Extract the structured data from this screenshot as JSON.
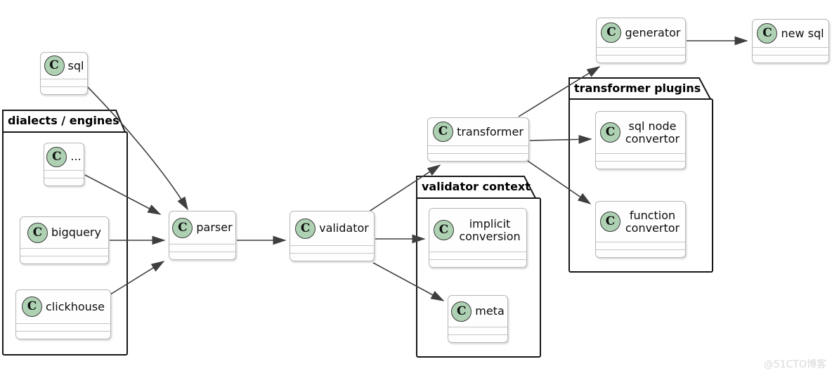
{
  "diagram": {
    "type": "uml-class-diagram",
    "class_icon_letter": "C",
    "colors": {
      "circle_fill": "#ADD1B2",
      "circle_border": "#3B3B3B",
      "box_background": "#FEFEFE",
      "box_border": "#B6B6B6",
      "package_border": "#161616",
      "arrow": "#3F3F3F",
      "background": "#FFFFFF"
    }
  },
  "packages": [
    {
      "id": "dialects",
      "title": "dialects / engines"
    },
    {
      "id": "validator_context",
      "title": "validator context"
    },
    {
      "id": "transformer_plugins",
      "title": "transformer plugins"
    }
  ],
  "nodes": {
    "sql": {
      "label": "sql"
    },
    "dots": {
      "label": "..."
    },
    "bigquery": {
      "label": "bigquery"
    },
    "clickhouse": {
      "label": "clickhouse"
    },
    "parser": {
      "label": "parser"
    },
    "validator": {
      "label": "validator"
    },
    "transformer": {
      "label": "transformer"
    },
    "implicit_conversion": {
      "label": "implicit conversion"
    },
    "meta": {
      "label": "meta"
    },
    "sql_node_convertor": {
      "label": "sql node convertor"
    },
    "function_convertor": {
      "label": "function convertor"
    },
    "generator": {
      "label": "generator"
    },
    "new_sql": {
      "label": "new sql"
    }
  },
  "edges": [
    {
      "from": "sql",
      "to": "parser"
    },
    {
      "from": "dots",
      "to": "parser"
    },
    {
      "from": "bigquery",
      "to": "parser"
    },
    {
      "from": "clickhouse",
      "to": "parser"
    },
    {
      "from": "parser",
      "to": "validator"
    },
    {
      "from": "validator",
      "to": "transformer"
    },
    {
      "from": "validator",
      "to": "implicit_conversion"
    },
    {
      "from": "validator",
      "to": "meta"
    },
    {
      "from": "transformer",
      "to": "generator"
    },
    {
      "from": "transformer",
      "to": "sql_node_convertor"
    },
    {
      "from": "transformer",
      "to": "function_convertor"
    },
    {
      "from": "generator",
      "to": "new_sql"
    }
  ],
  "watermark": "@51CTO博客"
}
